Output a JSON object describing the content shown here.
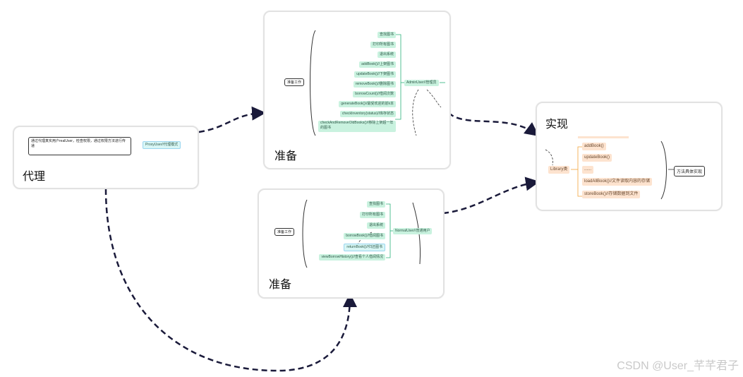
{
  "proxy_card": {
    "title": "代理",
    "note": "通过代理真实用户realUser，检查权限，通过权限方法进行传递",
    "node": "ProxyUser//代理模式"
  },
  "admin_card": {
    "title": "准备",
    "root": "准备工作",
    "center": "AdminUser//管理员",
    "items": [
      "查找图书",
      "打印所有图书",
      "退出系统",
      "addBook()//上架图书",
      "updateBook()//下架图书",
      "removeBook()//删除图书",
      "borrowCount()//借阅次数",
      "generateBook()//最受欢迎的前k本",
      "checkInventory(status)//库存状态",
      "checkAndRemoveOldBooks()//移除上架超一年的图书"
    ]
  },
  "normal_card": {
    "title": "准备",
    "root": "准备工作",
    "center": "NormalUser//普通用户",
    "items": [
      "查找图书",
      "打印所有图书",
      "退出系统",
      "borrowBook()//借阅图书",
      "returnBook()//归还图书",
      "viewBorrowHistory()//查看个人借阅情况"
    ]
  },
  "impl_card": {
    "title": "实现",
    "center": "Library类",
    "right": "方法具体实现",
    "items": [
      "addBook()",
      "updateBook()",
      "......",
      "loadAllBook()//文件读取内容的存储",
      "storeBook()//存储数据到文件"
    ]
  },
  "watermark": "CSDN @User_芊芊君子"
}
